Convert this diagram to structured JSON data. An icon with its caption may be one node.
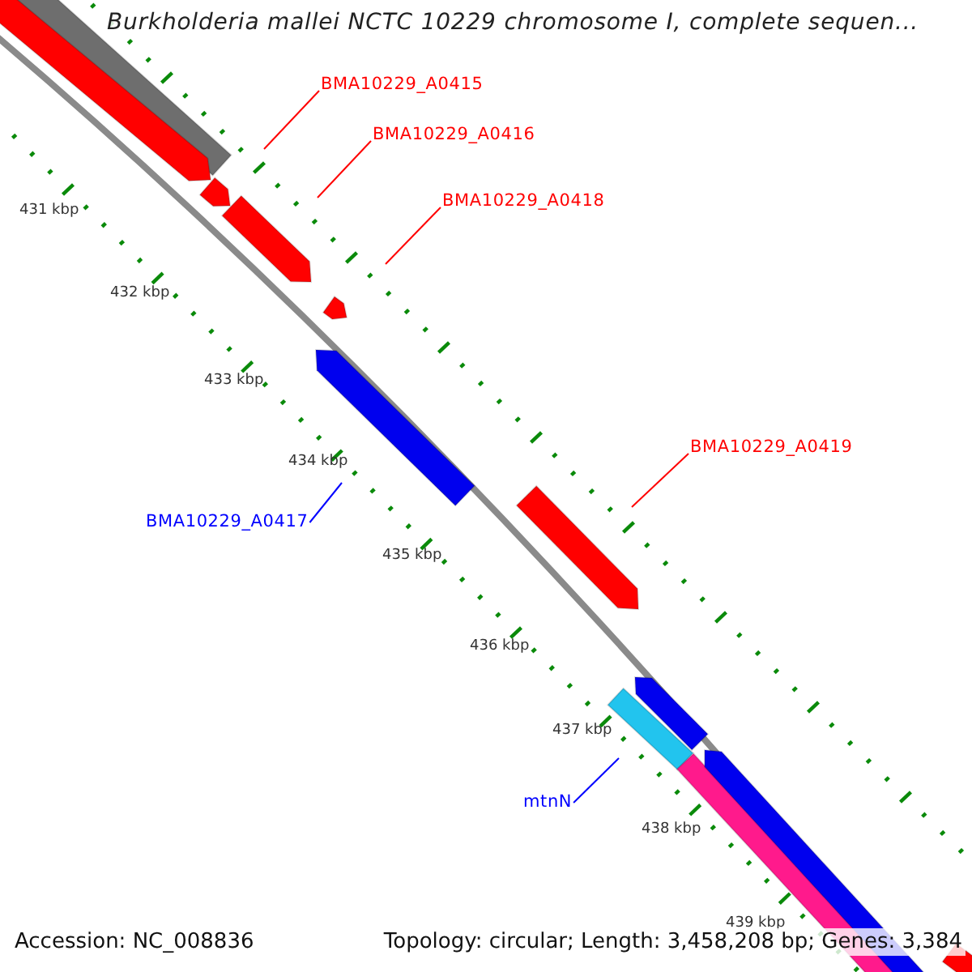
{
  "diagram": {
    "title": "Burkholderia mallei NCTC 10229 chromosome I, complete sequen...",
    "nodes": [
      {
        "text": [
          "BMA10229_A0415"
        ]
      },
      {
        "text": [
          "BMA10229_A0416"
        ]
      },
      {
        "text": [
          "BMA10229_A0418"
        ]
      },
      {
        "text": [
          "BMA10229_A0419"
        ]
      },
      {
        "text": [
          "BMA10229_A0417"
        ]
      },
      {
        "text": [
          "mtnN"
        ]
      }
    ],
    "edges": [
      {
        "from": 0,
        "to": null,
        "arrow": "none"
      },
      {
        "from": 1,
        "to": null,
        "arrow": "none"
      },
      {
        "from": 2,
        "to": null,
        "arrow": "none"
      },
      {
        "from": 3,
        "to": null,
        "arrow": "none"
      },
      {
        "from": 4,
        "to": null,
        "arrow": "none",
        "color": "#0000ff"
      },
      {
        "from": 5,
        "to": null,
        "arrow": "none",
        "color": "#0000ff"
      }
    ],
    "labels": [
      "431 kbp",
      "432 kbp",
      "433 kbp",
      "434 kbp",
      "435 kbp",
      "436 kbp",
      "437 kbp",
      "438 kbp",
      "439 kbp",
      "Accession: NC_008836",
      "Topology: circular; Length: 3,458,208 bp; Genes: 3,384"
    ]
  }
}
